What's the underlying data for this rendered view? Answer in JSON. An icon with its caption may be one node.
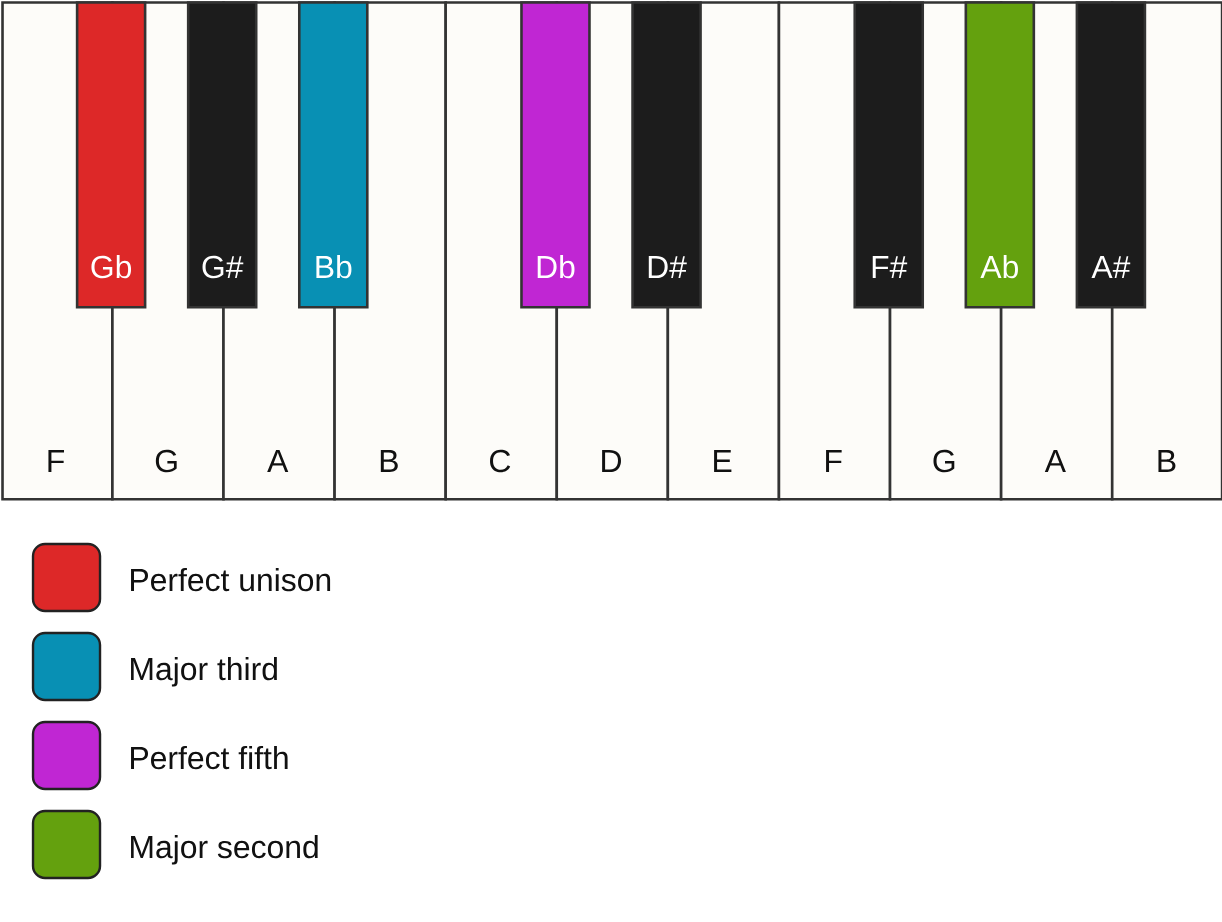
{
  "diagram": {
    "nodes": [
      {
        "text": [
          "Gb"
        ]
      },
      {
        "text": [
          "G#"
        ]
      },
      {
        "text": [
          "Bb"
        ]
      },
      {
        "text": [
          "Db"
        ]
      },
      {
        "text": [
          "D#"
        ]
      },
      {
        "text": [
          "F#"
        ]
      },
      {
        "text": [
          "Ab"
        ]
      },
      {
        "text": [
          "A#"
        ]
      },
      {
        "text": [
          "F"
        ]
      },
      {
        "text": [
          "G"
        ]
      },
      {
        "text": [
          "A"
        ]
      },
      {
        "text": [
          "B"
        ]
      },
      {
        "text": [
          "C"
        ]
      },
      {
        "text": [
          "D"
        ]
      },
      {
        "text": [
          "E"
        ]
      },
      {
        "text": [
          "F"
        ]
      },
      {
        "text": [
          "G"
        ]
      },
      {
        "text": [
          "A"
        ]
      },
      {
        "text": [
          "B"
        ]
      }
    ],
    "legend": [
      {
        "text": "Perfect unison",
        "color": "#dd2828"
      },
      {
        "text": "Major third",
        "color": "#0890b4"
      },
      {
        "text": "Perfect fifth",
        "color": "#c026d3"
      },
      {
        "text": "Major second",
        "color": "#64a10e"
      }
    ]
  }
}
